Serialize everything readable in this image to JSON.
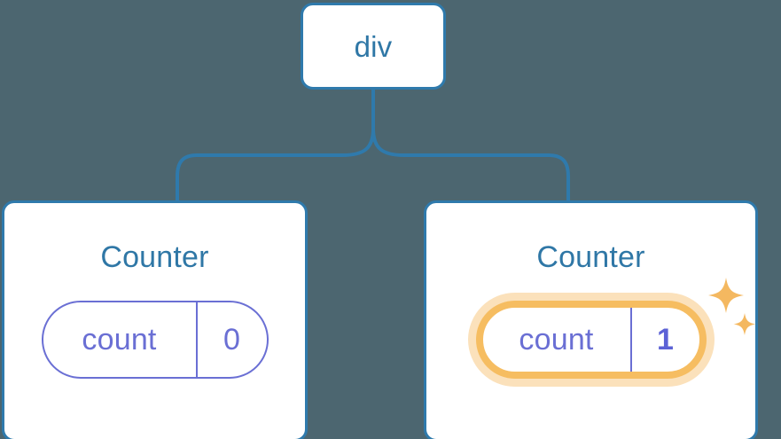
{
  "diagram": {
    "title": "react-component-tree",
    "background_color": "#4c6670",
    "node_border_color": "#2f7aac",
    "node_fill_color": "#ffffff",
    "node_text_color": "#2f77a6",
    "pill_color": "#6a6fd4",
    "highlight_ring_color": "#f6bd61",
    "highlight_glow_color": "#fbe1bb",
    "sparkle_color": "#f4b860",
    "connector_color": "#2f7aac"
  },
  "root": {
    "label": "div"
  },
  "children": [
    {
      "id": "counter-left",
      "title": "Counter",
      "state": {
        "key": "count",
        "value": "0"
      },
      "highlighted": false,
      "sparkles": false
    },
    {
      "id": "counter-right",
      "title": "Counter",
      "state": {
        "key": "count",
        "value": "1"
      },
      "highlighted": true,
      "sparkles": true
    }
  ],
  "icons": {
    "sparkle_large": "sparkle-icon",
    "sparkle_small": "sparkle-small-icon"
  }
}
